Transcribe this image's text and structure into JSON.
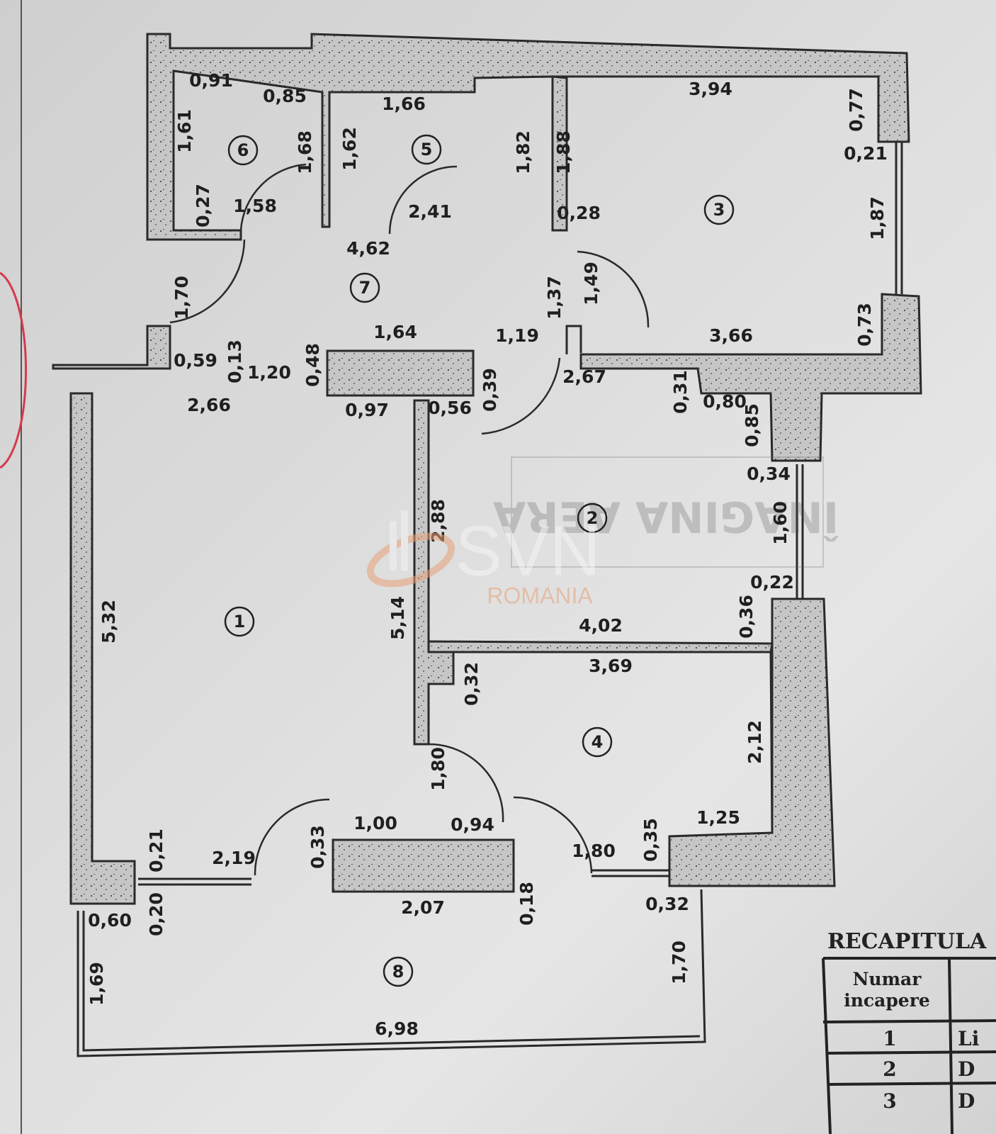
{
  "plan": {
    "dimensions": [
      "0,91",
      "0,85",
      "1,66",
      "3,94",
      "0,77",
      "0,21",
      "1,61",
      "1,68",
      "1,62",
      "1,82",
      "1,88",
      "0,27",
      "1,58",
      "2,41",
      "0,28",
      "1,87",
      "4,62",
      "1,70",
      "1,37",
      "1,49",
      "0,73",
      "1,64",
      "1,19",
      "3,66",
      "0,59",
      "0,13",
      "1,20",
      "0,48",
      "0,39",
      "2,67",
      "0,31",
      "0,80",
      "0,85",
      "2,66",
      "0,97",
      "0,56",
      "0,34",
      "2,88",
      "1,60",
      "0,22",
      "5,32",
      "5,14",
      "0,36",
      "4,02",
      "3,69",
      "0,32",
      "2,12",
      "1,80",
      "1,00",
      "0,94",
      "1,25",
      "0,21",
      "2,19",
      "0,33",
      "0,35",
      "1,80",
      "0,20",
      "0,60",
      "2,07",
      "0,18",
      "0,32",
      "1,69",
      "1,70",
      "6,98"
    ],
    "rooms": [
      "6",
      "5",
      "3",
      "7",
      "2",
      "1",
      "4",
      "8"
    ]
  },
  "watermark": {
    "brand": "SVN",
    "subtitle": "ROMANIA",
    "accent": "#e8a27a"
  },
  "stamp_text": "ÎNAGINA AERA",
  "recap_table": {
    "title": "RECAPITULA",
    "header": "Numar incapere",
    "rows": [
      {
        "num": "1",
        "name": "Li"
      },
      {
        "num": "2",
        "name": "D"
      },
      {
        "num": "3",
        "name": "D"
      }
    ]
  }
}
